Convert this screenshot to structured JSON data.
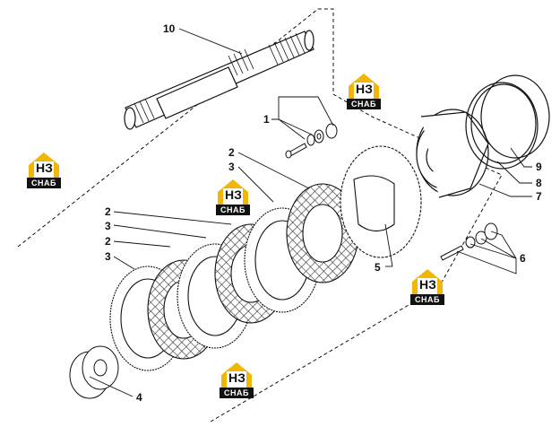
{
  "callouts": {
    "c1": "1",
    "c2a": "2",
    "c2b": "2",
    "c2c": "2",
    "c3a": "3",
    "c3b": "3",
    "c3c": "3",
    "c4": "4",
    "c5": "5",
    "c6": "6",
    "c7": "7",
    "c8": "8",
    "c9": "9",
    "c10": "10"
  },
  "watermark": {
    "monogram": "НЗ",
    "tag": "СНАБ",
    "colors": {
      "roof": "#f2b705",
      "dark": "#111111"
    }
  },
  "colors": {
    "line": "#111111",
    "hatch": "#333333"
  }
}
